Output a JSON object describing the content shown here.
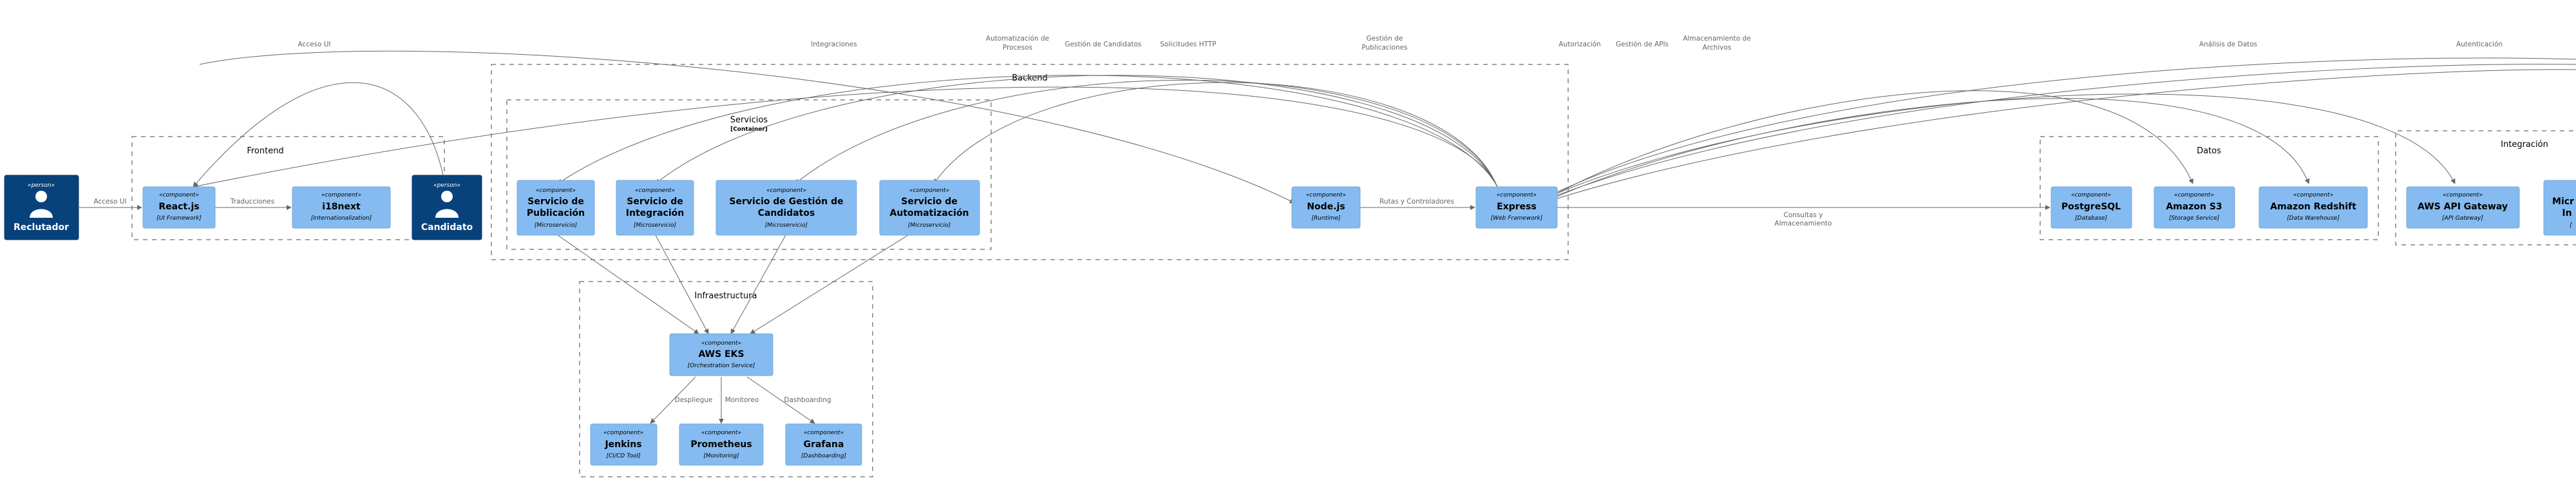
{
  "boundaries": {
    "frontend": {
      "title": "Frontend"
    },
    "backend": {
      "title": "Backend"
    },
    "servicios": {
      "title": "Servicios",
      "subtitle": "[Container]"
    },
    "infra": {
      "title": "Infraestructura"
    },
    "datos": {
      "title": "Datos"
    },
    "integracion": {
      "title": "Integración"
    }
  },
  "persons": {
    "reclutador": {
      "stereo": "«person»",
      "name": "Reclutador"
    },
    "candidato": {
      "stereo": "«person»",
      "name": "Candidato"
    }
  },
  "components": {
    "react": {
      "stereo": "«component»",
      "name1": "React.js",
      "name2": "",
      "tech": "[UI Framework]"
    },
    "i18next": {
      "stereo": "«component»",
      "name1": "i18next",
      "name2": "",
      "tech": "[Internationalization]"
    },
    "publicacion": {
      "stereo": "«component»",
      "name1": "Servicio de",
      "name2": "Publicación",
      "tech": "[Microservicio]"
    },
    "integracion": {
      "stereo": "«component»",
      "name1": "Servicio de",
      "name2": "Integración",
      "tech": "[Microservicio]"
    },
    "gestion": {
      "stereo": "«component»",
      "name1": "Servicio de Gestión de",
      "name2": "Candidatos",
      "tech": "[Microservicio]"
    },
    "automatizacion": {
      "stereo": "«component»",
      "name1": "Servicio de",
      "name2": "Automatización",
      "tech": "[Microservicio]"
    },
    "nodejs": {
      "stereo": "«component»",
      "name1": "Node.js",
      "name2": "",
      "tech": "[Runtime]"
    },
    "express": {
      "stereo": "«component»",
      "name1": "Express",
      "name2": "",
      "tech": "[Web Framework]"
    },
    "eks": {
      "stereo": "«component»",
      "name1": "AWS EKS",
      "name2": "",
      "tech": "[Orchestration Service]"
    },
    "jenkins": {
      "stereo": "«component»",
      "name1": "Jenkins",
      "name2": "",
      "tech": "[CI/CD Tool]"
    },
    "prometheus": {
      "stereo": "«component»",
      "name1": "Prometheus",
      "name2": "",
      "tech": "[Monitoring]"
    },
    "grafana": {
      "stereo": "«component»",
      "name1": "Grafana",
      "name2": "",
      "tech": "[Dashboarding]"
    },
    "postgres": {
      "stereo": "«component»",
      "name1": "PostgreSQL",
      "name2": "",
      "tech": "[Database]"
    },
    "s3": {
      "stereo": "«component»",
      "name1": "Amazon S3",
      "name2": "",
      "tech": "[Storage Service]"
    },
    "redshift": {
      "stereo": "«component»",
      "name1": "Amazon Redshift",
      "name2": "",
      "tech": "[Data Warehouse]"
    },
    "apigw": {
      "stereo": "«component»",
      "name1": "AWS API Gateway",
      "name2": "",
      "tech": "[API Gateway]"
    },
    "micro": {
      "stereo": "«component»",
      "name1": "Micr",
      "name2": "In",
      "tech": "["
    }
  },
  "edges": {
    "acceso_ui_left": "Acceso UI",
    "traducciones": "Traducciones",
    "acceso_ui_top": "Acceso UI",
    "integraciones": "Integraciones",
    "automatizacion_l1": "Automatización de",
    "automatizacion_l2": "Procesos",
    "gestion_candidatos": "Gestión de Candidatos",
    "solicitudes_http": "Solicitudes HTTP",
    "gestion_pub_l1": "Gestión de",
    "gestion_pub_l2": "Publicaciones",
    "autorizacion": "Autorización",
    "gestion_apis": "Gestión de APIs",
    "almacenamiento_l1": "Almacenamiento de",
    "almacenamiento_l2": "Archivos",
    "analisis": "Análisis de Datos",
    "autenticacion": "Autenticación",
    "rutas": "Rutas y Controladores",
    "consultas_l1": "Consultas y",
    "consultas_l2": "Almacenamiento",
    "despliegue": "Despliegue",
    "monitoreo": "Monitoreo",
    "dashboarding": "Dashboarding"
  }
}
